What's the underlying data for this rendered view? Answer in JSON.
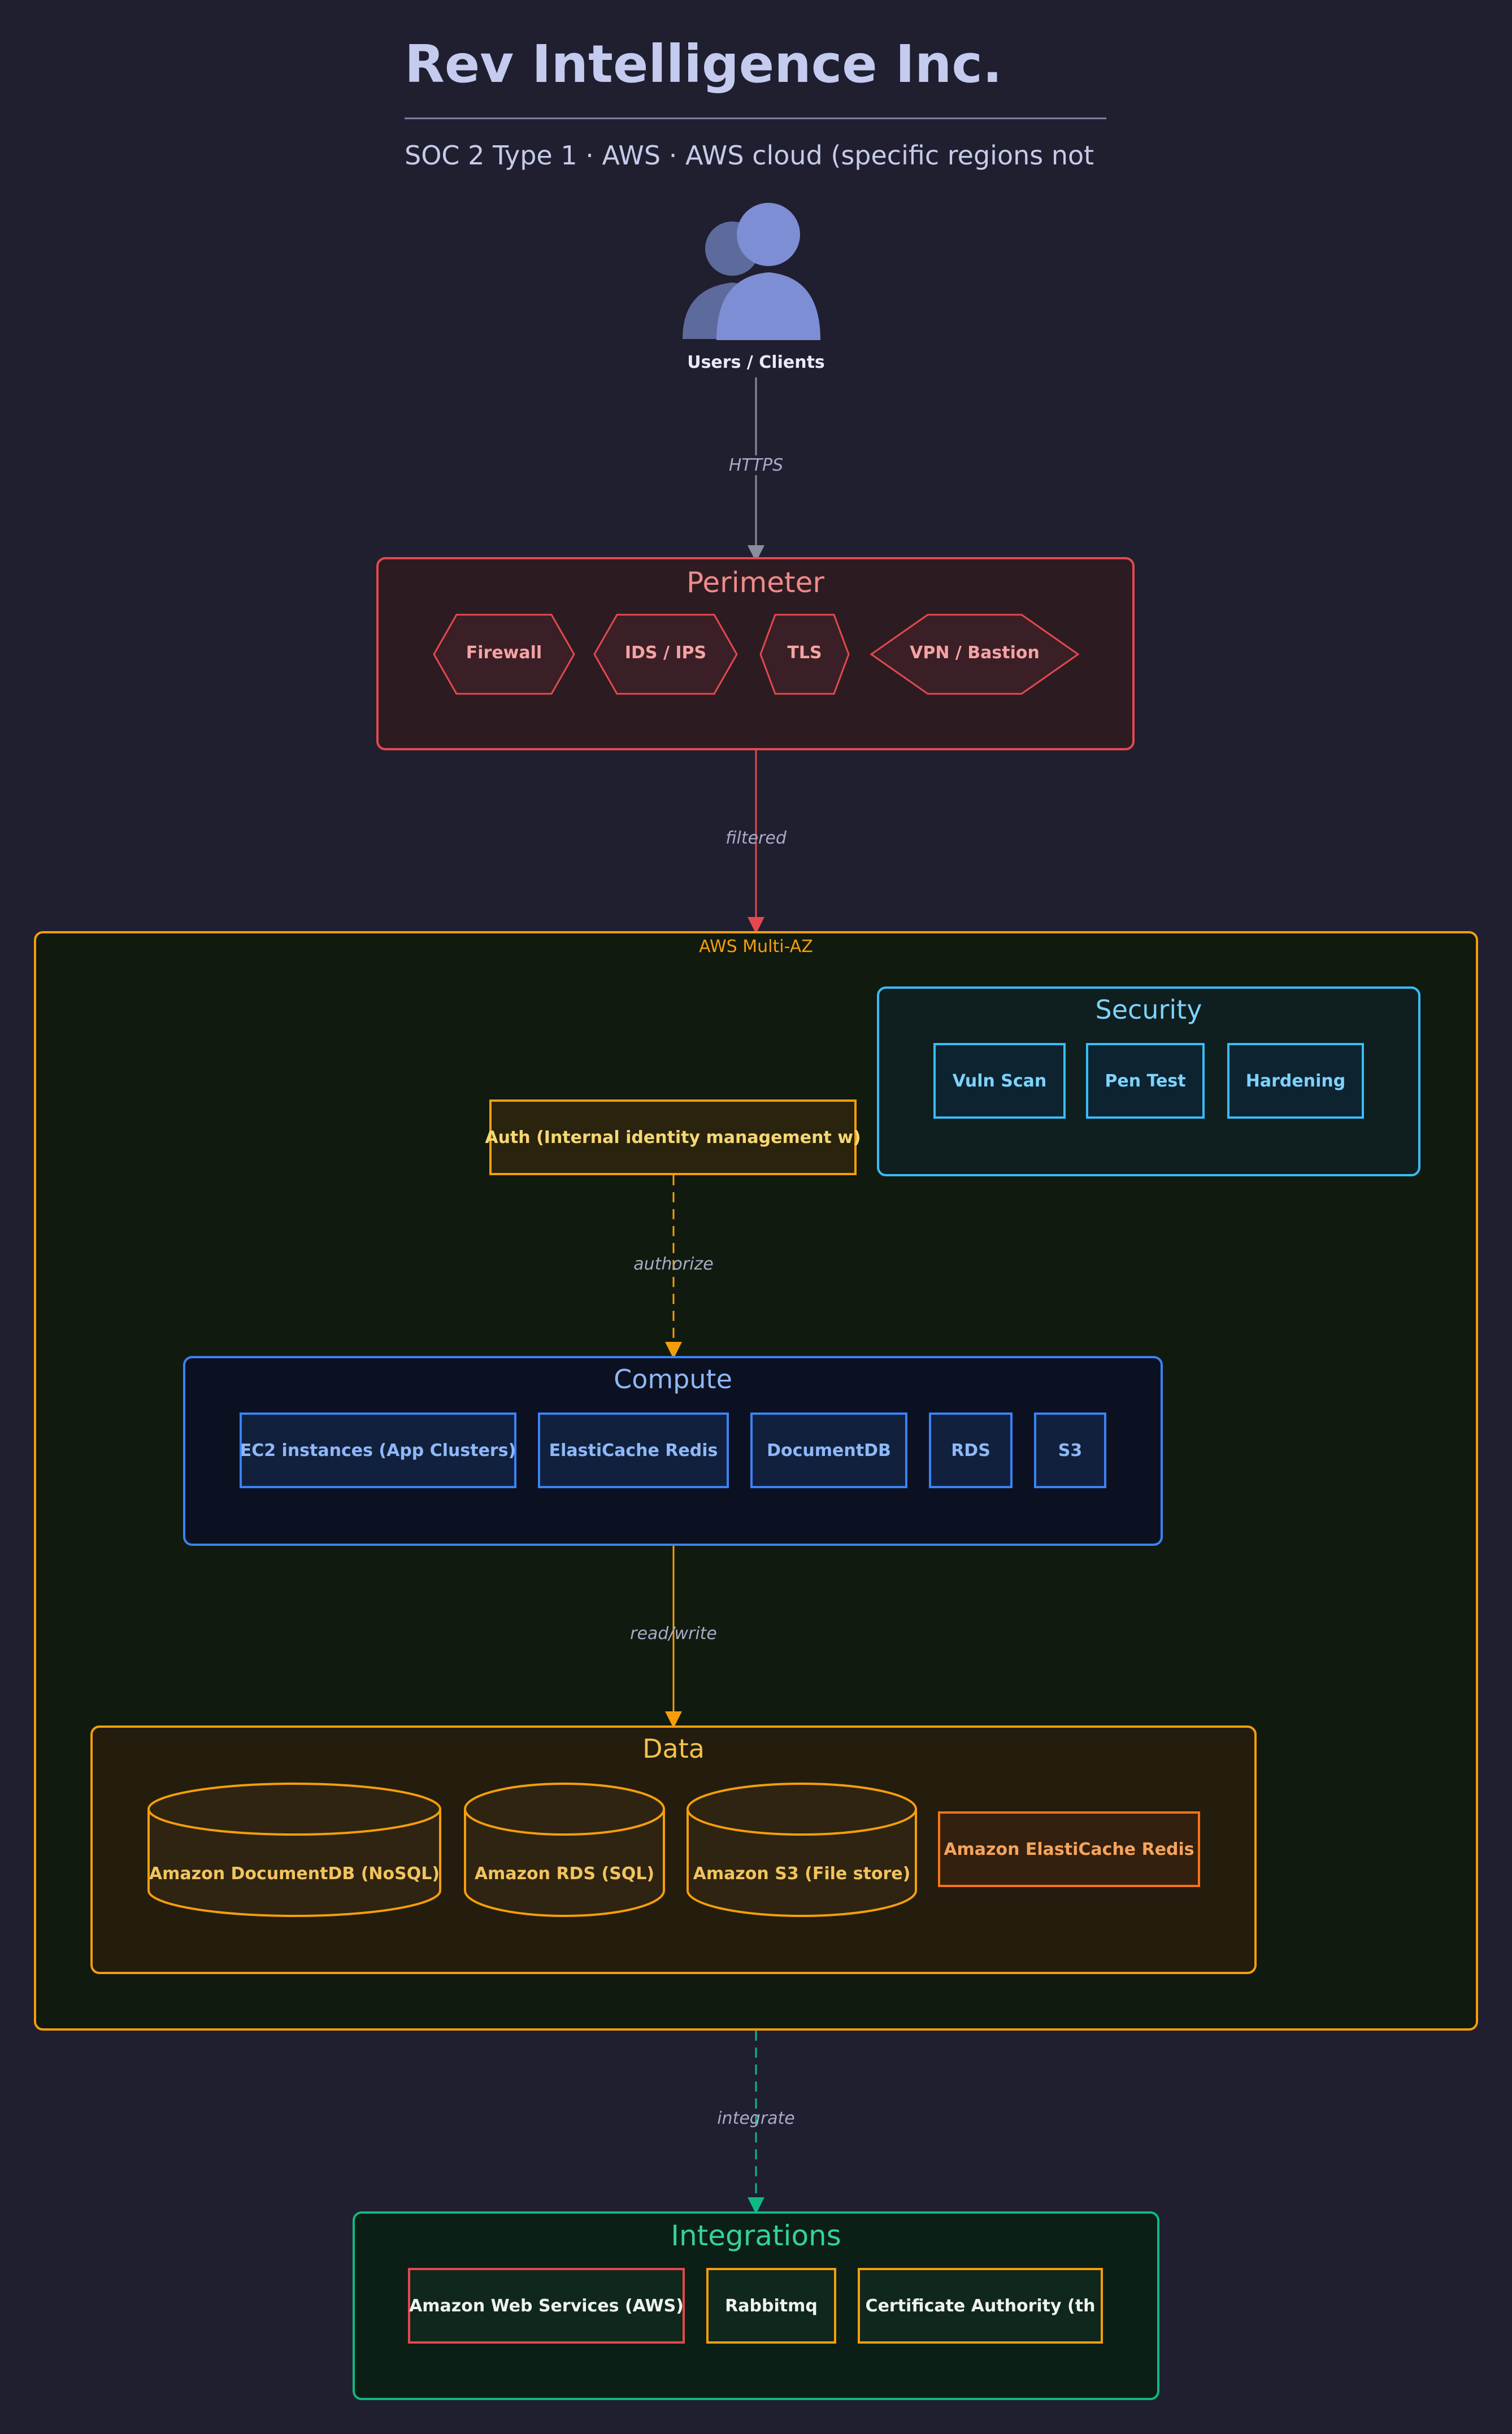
{
  "header": {
    "title": "Rev Intelligence Inc.",
    "subtitle": "SOC 2 Type 1 · AWS · AWS cloud (specific regions not"
  },
  "users": {
    "label": "Users / Clients",
    "icon": "users-icon"
  },
  "edges": {
    "https": "HTTPS",
    "filtered": "filtered",
    "authorize": "authorize",
    "read_write": "read/write",
    "integrate": "integrate"
  },
  "perimeter": {
    "title": "Perimeter",
    "items": [
      "Firewall",
      "IDS / IPS",
      "TLS",
      "VPN / Bastion"
    ]
  },
  "aws": {
    "label": "AWS Multi-AZ",
    "auth": "Auth (Internal identity management w)",
    "security": {
      "title": "Security",
      "items": [
        "Vuln Scan",
        "Pen Test",
        "Hardening"
      ]
    },
    "compute": {
      "title": "Compute",
      "items": [
        "EC2 instances (App Clusters)",
        "ElastiCache Redis",
        "DocumentDB",
        "RDS",
        "S3"
      ]
    },
    "data": {
      "title": "Data",
      "stores": [
        "Amazon DocumentDB (NoSQL)",
        "Amazon RDS (SQL)",
        "Amazon S3 (File store)"
      ],
      "cache": "Amazon ElastiCache Redis"
    }
  },
  "integrations": {
    "title": "Integrations",
    "items": [
      "Amazon Web Services (AWS)",
      "Rabbitmq",
      "Certificate Authority (th"
    ]
  },
  "colors": {
    "background": "#1f1f30",
    "perimeter": "#e5484d",
    "aws": "#f59e0b",
    "security": "#38bdf8",
    "compute": "#3b82f6",
    "integrations": "#10b981"
  }
}
